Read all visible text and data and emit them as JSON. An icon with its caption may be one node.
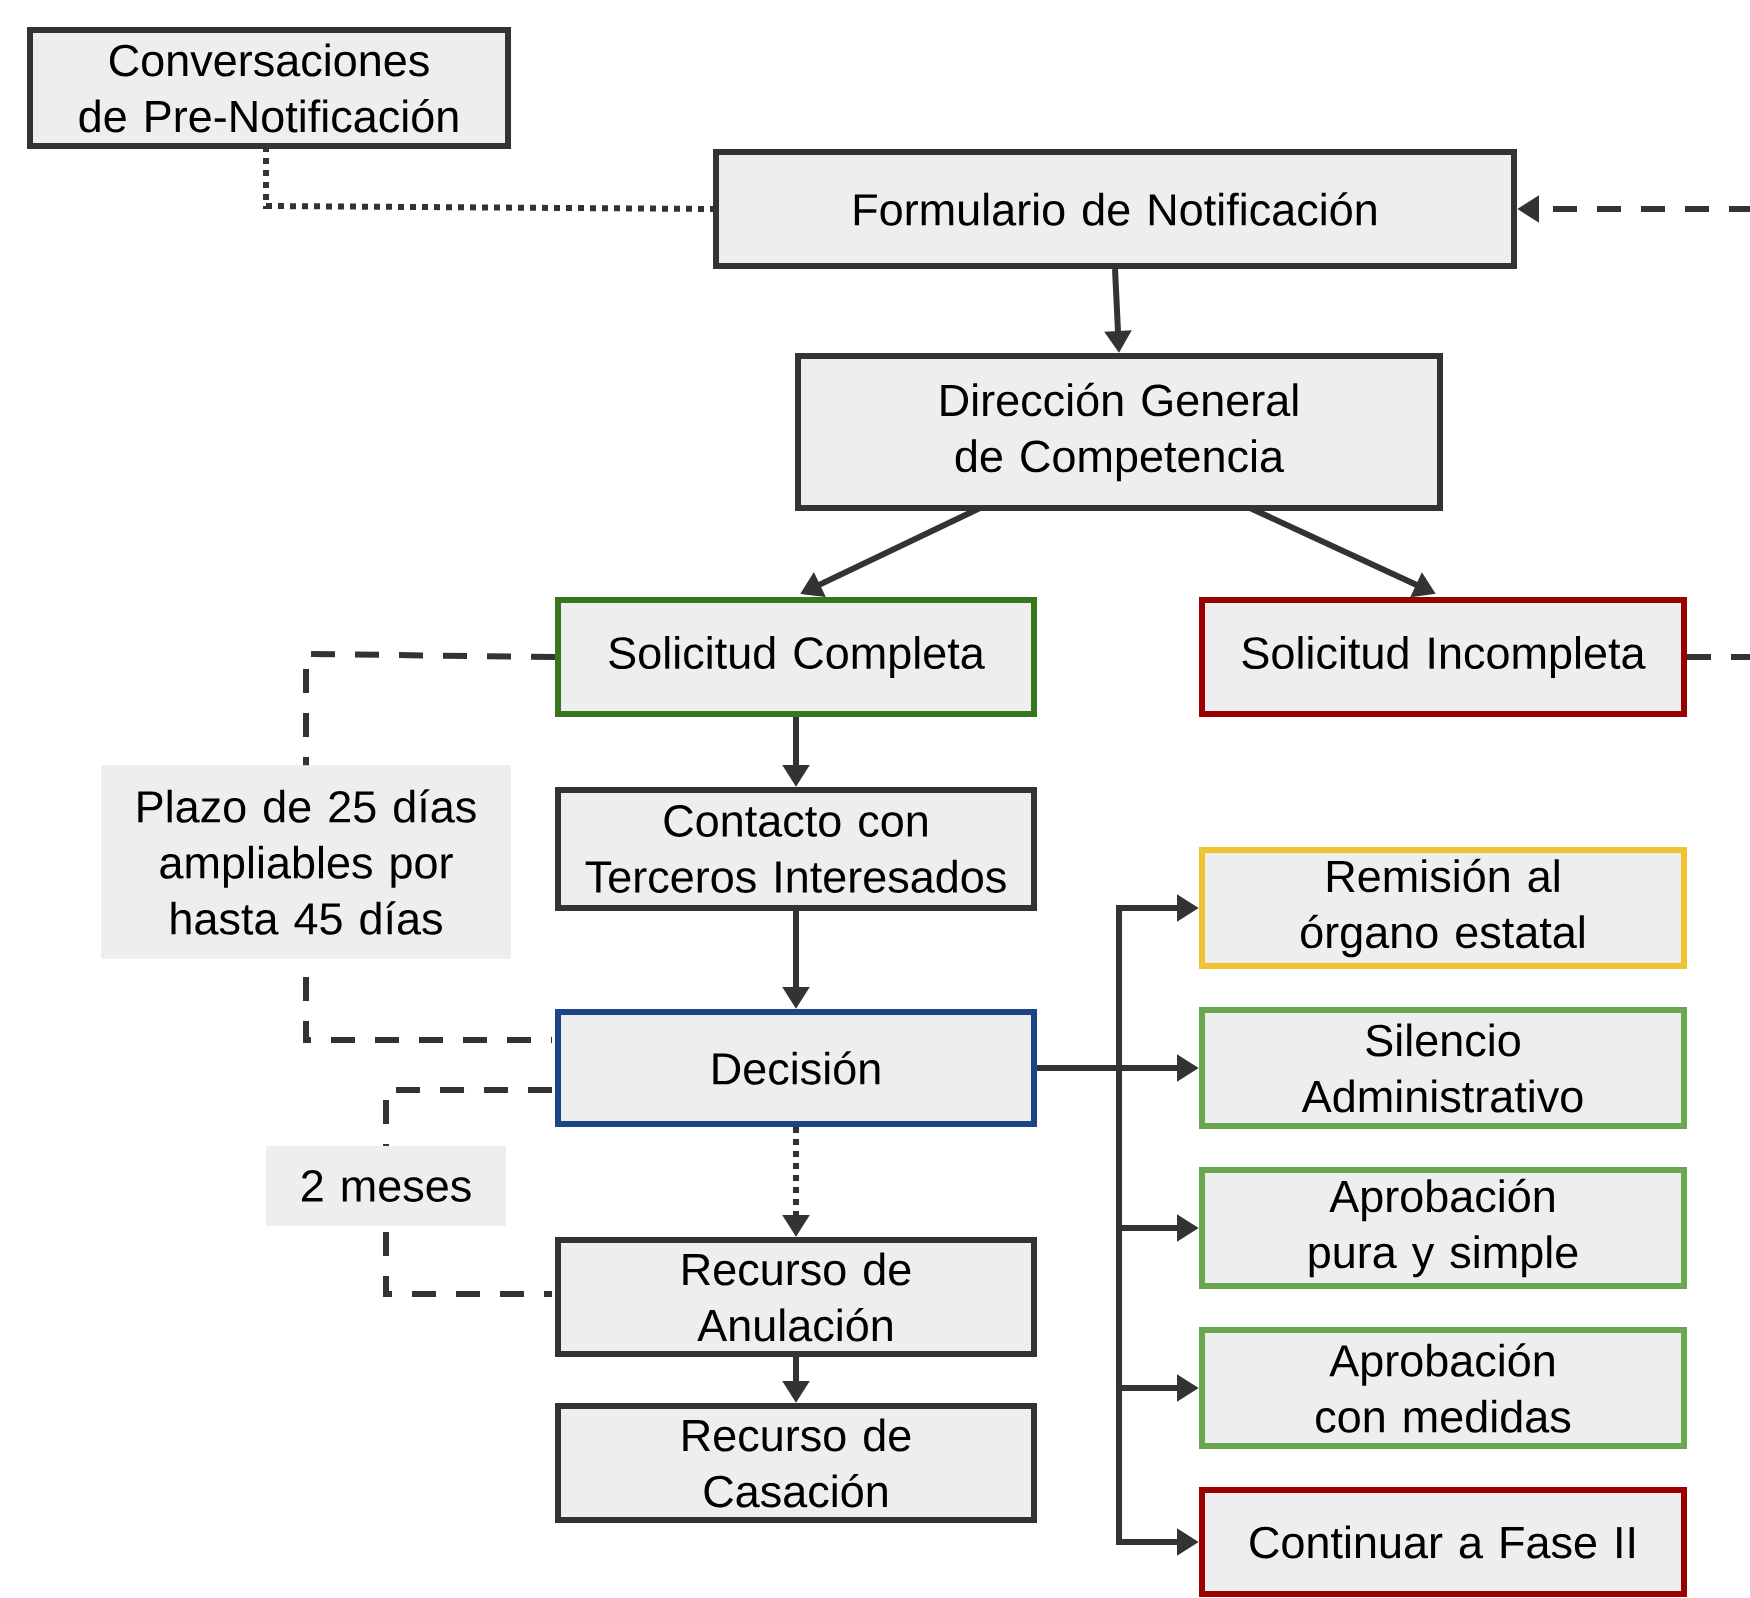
{
  "diagram": {
    "nodes": [
      {
        "text": [
          "Conversaciones de Pre-Notificación"
        ]
      },
      {
        "text": [
          "Formulario de Notificación"
        ]
      },
      {
        "text": [
          "Dirección General de Competencia"
        ]
      },
      {
        "text": [
          "Solicitud Completa"
        ]
      },
      {
        "text": [
          "Solicitud Incompleta"
        ]
      },
      {
        "text": [
          "Contacto con Terceros Interesados"
        ]
      },
      {
        "text": [
          "Decisión"
        ]
      },
      {
        "text": [
          "Recurso de Anulación"
        ]
      },
      {
        "text": [
          "Recurso de Casación"
        ]
      },
      {
        "text": [
          "Remisión al órgano estatal"
        ]
      },
      {
        "text": [
          "Silencio Administrativo"
        ]
      },
      {
        "text": [
          "Aprobación pura y simple"
        ]
      },
      {
        "text": [
          "Aprobación con medidas"
        ]
      },
      {
        "text": [
          "Continuar a Fase II"
        ]
      }
    ],
    "edges": [
      {
        "from": 0,
        "to": 1,
        "arrow": "none",
        "style": "dashed"
      },
      {
        "from": null,
        "to": 1,
        "arrow": "to",
        "style": "dashed"
      },
      {
        "from": 1,
        "to": 2,
        "arrow": "to"
      },
      {
        "from": 2,
        "to": 3,
        "arrow": "to"
      },
      {
        "from": 2,
        "to": 4,
        "arrow": "to"
      },
      {
        "from": 4,
        "to": null,
        "arrow": "none",
        "style": "dashed"
      },
      {
        "from": 3,
        "to": 5,
        "arrow": "to"
      },
      {
        "from": 5,
        "to": 6,
        "arrow": "to"
      },
      {
        "from": 3,
        "to": 6,
        "arrow": "none",
        "style": "dashed",
        "label": "Plazo de 25 días ampliables por hasta 45 días"
      },
      {
        "from": 6,
        "to": 7,
        "arrow": "to",
        "style": "dashed"
      },
      {
        "from": 6,
        "to": 7,
        "arrow": "none",
        "style": "dashed",
        "label": "2 meses"
      },
      {
        "from": 7,
        "to": 8,
        "arrow": "to"
      },
      {
        "from": 6,
        "to": 9,
        "arrow": "to"
      },
      {
        "from": 6,
        "to": 10,
        "arrow": "to"
      },
      {
        "from": 6,
        "to": 11,
        "arrow": "to"
      },
      {
        "from": 6,
        "to": 12,
        "arrow": "to"
      },
      {
        "from": 6,
        "to": 13,
        "arrow": "to"
      }
    ]
  }
}
